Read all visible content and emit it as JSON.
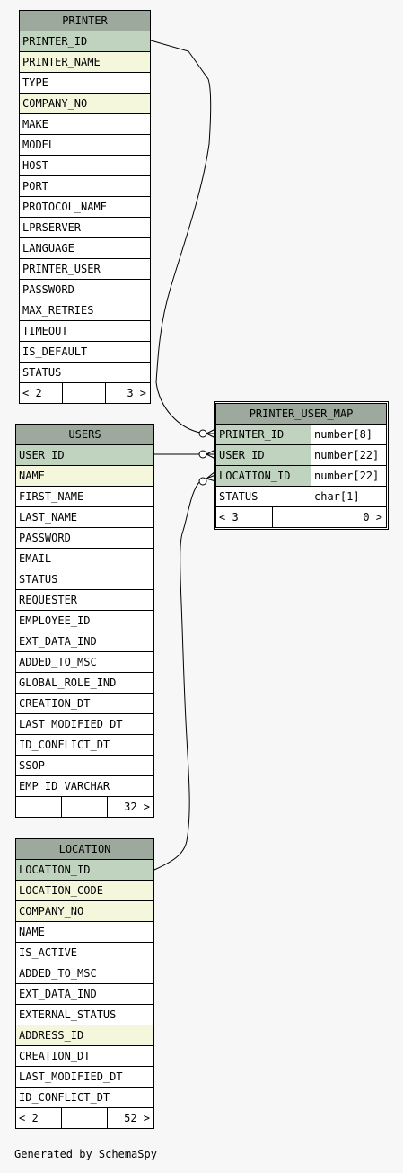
{
  "tables": {
    "printer": {
      "name": "PRINTER",
      "columns": [
        {
          "name": "PRINTER_ID",
          "kind": "pk"
        },
        {
          "name": "PRINTER_NAME",
          "kind": "fk"
        },
        {
          "name": "TYPE",
          "kind": "plain"
        },
        {
          "name": "COMPANY_NO",
          "kind": "fk"
        },
        {
          "name": "MAKE",
          "kind": "plain"
        },
        {
          "name": "MODEL",
          "kind": "plain"
        },
        {
          "name": "HOST",
          "kind": "plain"
        },
        {
          "name": "PORT",
          "kind": "plain"
        },
        {
          "name": "PROTOCOL_NAME",
          "kind": "plain"
        },
        {
          "name": "LPRSERVER",
          "kind": "plain"
        },
        {
          "name": "LANGUAGE",
          "kind": "plain"
        },
        {
          "name": "PRINTER_USER",
          "kind": "plain"
        },
        {
          "name": "PASSWORD",
          "kind": "plain"
        },
        {
          "name": "MAX_RETRIES",
          "kind": "plain"
        },
        {
          "name": "TIMEOUT",
          "kind": "plain"
        },
        {
          "name": "IS_DEFAULT",
          "kind": "plain"
        },
        {
          "name": "STATUS",
          "kind": "plain"
        }
      ],
      "footer": {
        "parents": "< 2",
        "rows": "",
        "children": "3 >"
      }
    },
    "printer_user_map": {
      "name": "PRINTER_USER_MAP",
      "columns": [
        {
          "name": "PRINTER_ID",
          "type": "number[8]",
          "kind": "pk"
        },
        {
          "name": "USER_ID",
          "type": "number[22]",
          "kind": "pk"
        },
        {
          "name": "LOCATION_ID",
          "type": "number[22]",
          "kind": "pk"
        },
        {
          "name": "STATUS",
          "type": "char[1]",
          "kind": "plain"
        }
      ],
      "footer": {
        "parents": "< 3",
        "rows": "",
        "children": "0 >"
      }
    },
    "users": {
      "name": "USERS",
      "columns": [
        {
          "name": "USER_ID",
          "kind": "pk"
        },
        {
          "name": "NAME",
          "kind": "fk"
        },
        {
          "name": "FIRST_NAME",
          "kind": "plain"
        },
        {
          "name": "LAST_NAME",
          "kind": "plain"
        },
        {
          "name": "PASSWORD",
          "kind": "plain"
        },
        {
          "name": "EMAIL",
          "kind": "plain"
        },
        {
          "name": "STATUS",
          "kind": "plain"
        },
        {
          "name": "REQUESTER",
          "kind": "plain"
        },
        {
          "name": "EMPLOYEE_ID",
          "kind": "plain"
        },
        {
          "name": "EXT_DATA_IND",
          "kind": "plain"
        },
        {
          "name": "ADDED_TO_MSC",
          "kind": "plain"
        },
        {
          "name": "GLOBAL_ROLE_IND",
          "kind": "plain"
        },
        {
          "name": "CREATION_DT",
          "kind": "plain"
        },
        {
          "name": "LAST_MODIFIED_DT",
          "kind": "plain"
        },
        {
          "name": "ID_CONFLICT_DT",
          "kind": "plain"
        },
        {
          "name": "SSOP",
          "kind": "plain"
        },
        {
          "name": "EMP_ID_VARCHAR",
          "kind": "plain"
        }
      ],
      "footer": {
        "parents": "",
        "rows": "",
        "children": "32 >"
      }
    },
    "location": {
      "name": "LOCATION",
      "columns": [
        {
          "name": "LOCATION_ID",
          "kind": "pk"
        },
        {
          "name": "LOCATION_CODE",
          "kind": "fk"
        },
        {
          "name": "COMPANY_NO",
          "kind": "fk"
        },
        {
          "name": "NAME",
          "kind": "plain"
        },
        {
          "name": "IS_ACTIVE",
          "kind": "plain"
        },
        {
          "name": "ADDED_TO_MSC",
          "kind": "plain"
        },
        {
          "name": "EXT_DATA_IND",
          "kind": "plain"
        },
        {
          "name": "EXTERNAL_STATUS",
          "kind": "plain"
        },
        {
          "name": "ADDRESS_ID",
          "kind": "fk"
        },
        {
          "name": "CREATION_DT",
          "kind": "plain"
        },
        {
          "name": "LAST_MODIFIED_DT",
          "kind": "plain"
        },
        {
          "name": "ID_CONFLICT_DT",
          "kind": "plain"
        }
      ],
      "footer": {
        "parents": "< 2",
        "rows": "",
        "children": "52 >"
      }
    }
  },
  "colors": {
    "header": "#9ca99c",
    "primary_key": "#bfd3bf",
    "indexed": "#f4f7dc",
    "background": "#f7f7f7"
  },
  "footer_text": "Generated by SchemaSpy"
}
